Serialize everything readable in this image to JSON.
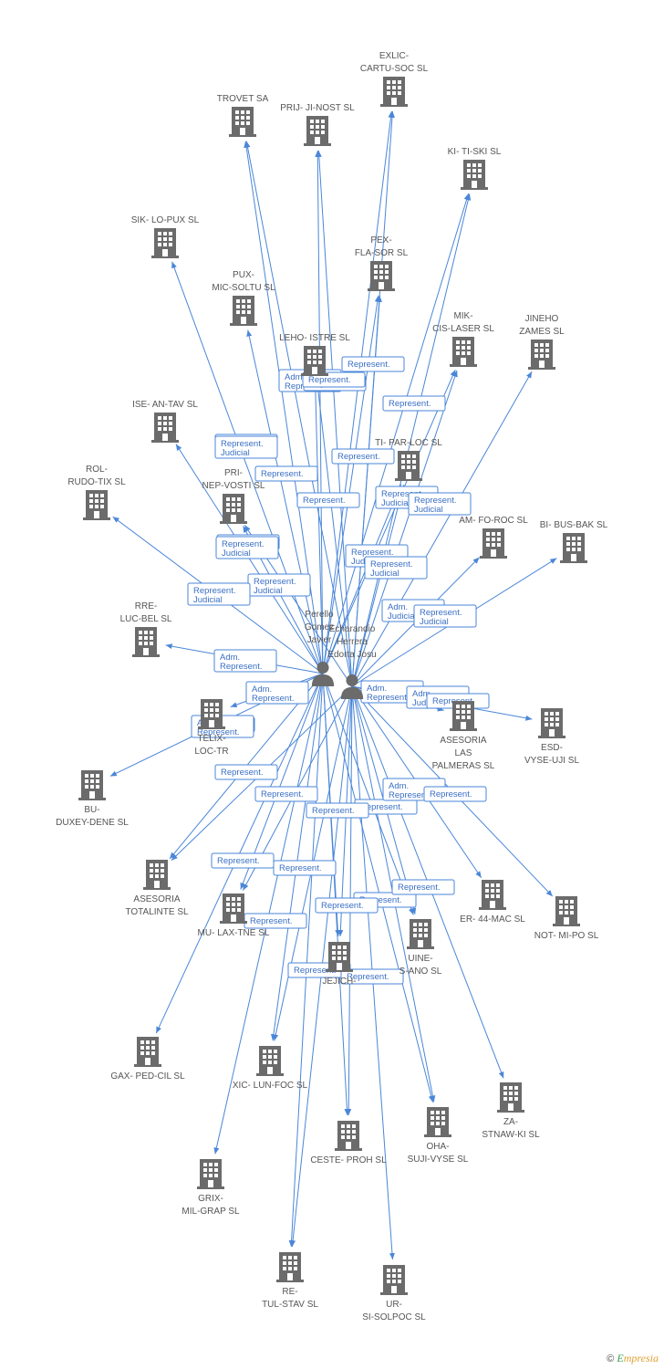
{
  "colors": {
    "edge": "#4a86d8",
    "icon": "#6b6b6b",
    "label": "#555555",
    "badge_border": "#4a86d8",
    "badge_text": "#3a6fc4"
  },
  "persons": [
    {
      "id": "p1",
      "lines": [
        "Perello",
        "Gomez",
        "Javier"
      ]
    },
    {
      "id": "p2",
      "lines": [
        "Echarandio",
        "Herrera",
        "Edorta Josu"
      ]
    }
  ],
  "companies": [
    {
      "id": "c1",
      "lines": [
        "EXLIC-",
        "CARTU-SOC SL"
      ]
    },
    {
      "id": "c2",
      "lines": [
        "TROVET SA"
      ]
    },
    {
      "id": "c3",
      "lines": [
        "PRIJ- JI-NOST SL"
      ]
    },
    {
      "id": "c4",
      "lines": [
        "KI- TI-SKI SL"
      ]
    },
    {
      "id": "c5",
      "lines": [
        "SIK- LO-PUX SL"
      ]
    },
    {
      "id": "c6",
      "lines": [
        "PEX-",
        "FLA-SOR SL"
      ]
    },
    {
      "id": "c7",
      "lines": [
        "PUX-",
        "MIC-SOLTU SL"
      ]
    },
    {
      "id": "c8",
      "lines": [
        "MIK-",
        "CIS-LASER SL"
      ]
    },
    {
      "id": "c9",
      "lines": [
        "JINEHO",
        "ZAMES SL"
      ]
    },
    {
      "id": "c10",
      "lines": [
        "LEHO- ISTRE SL"
      ]
    },
    {
      "id": "c11",
      "lines": [
        "ISE- AN-TAV SL"
      ]
    },
    {
      "id": "c12",
      "lines": [
        "TI- PAR-LOC SL"
      ]
    },
    {
      "id": "c13",
      "lines": [
        "ROL-",
        "RUDO-TIX SL"
      ]
    },
    {
      "id": "c14",
      "lines": [
        "PRI-",
        "NEP-VOSTI SL"
      ]
    },
    {
      "id": "c15",
      "lines": [
        "AM- FO-ROC SL"
      ]
    },
    {
      "id": "c16",
      "lines": [
        "BI- BUS-BAK SL"
      ]
    },
    {
      "id": "c17",
      "lines": [
        "RRE-",
        "LUC-BEL SL"
      ]
    },
    {
      "id": "c18",
      "lines": [
        "ASESORIA",
        "LAS",
        "PALMERAS SL"
      ]
    },
    {
      "id": "c19",
      "lines": [
        "ESD-",
        "VYSE-UJI SL"
      ]
    },
    {
      "id": "c20",
      "lines": [
        "TELIX-",
        "LOC-TR"
      ]
    },
    {
      "id": "c21",
      "lines": [
        "BU-",
        "DUXEY-DENE SL"
      ]
    },
    {
      "id": "c22",
      "lines": [
        "ASESORIA",
        "TOTALINTE SL"
      ]
    },
    {
      "id": "c23",
      "lines": [
        "MU- LAX-TNE SL"
      ]
    },
    {
      "id": "c24",
      "lines": [
        "ER- 44-MAC SL"
      ]
    },
    {
      "id": "c25",
      "lines": [
        "NOT- MI-PO SL"
      ]
    },
    {
      "id": "c26",
      "lines": [
        "UINE-",
        "S-ANO SL"
      ]
    },
    {
      "id": "c27",
      "lines": [
        "JEJICH-"
      ]
    },
    {
      "id": "c28",
      "lines": [
        "GAX- PED-CIL SL"
      ]
    },
    {
      "id": "c29",
      "lines": [
        "XIC- LUN-FOC SL"
      ]
    },
    {
      "id": "c30",
      "lines": [
        "ZA-",
        "STNAW-KI SL"
      ]
    },
    {
      "id": "c31",
      "lines": [
        "OHA-",
        "SUJI-VYSE SL"
      ]
    },
    {
      "id": "c32",
      "lines": [
        "CESTE- PROH SL"
      ]
    },
    {
      "id": "c33",
      "lines": [
        "GRIX-",
        "MIL-GRAP SL"
      ]
    },
    {
      "id": "c34",
      "lines": [
        "RE-",
        "TUL-STAV SL"
      ]
    },
    {
      "id": "c35",
      "lines": [
        "UR-",
        "SI-SOLPOC SL"
      ]
    }
  ],
  "edges": [
    {
      "from": "p1",
      "to": "c1"
    },
    {
      "from": "p2",
      "to": "c1"
    },
    {
      "from": "p1",
      "to": "c2"
    },
    {
      "from": "p2",
      "to": "c2"
    },
    {
      "from": "p1",
      "to": "c3"
    },
    {
      "from": "p2",
      "to": "c3"
    },
    {
      "from": "p1",
      "to": "c4"
    },
    {
      "from": "p2",
      "to": "c4"
    },
    {
      "from": "p1",
      "to": "c5"
    },
    {
      "from": "p1",
      "to": "c6"
    },
    {
      "from": "p2",
      "to": "c6"
    },
    {
      "from": "p1",
      "to": "c7"
    },
    {
      "from": "p1",
      "to": "c8"
    },
    {
      "from": "p2",
      "to": "c8"
    },
    {
      "from": "p2",
      "to": "c9"
    },
    {
      "from": "p1",
      "to": "c10"
    },
    {
      "from": "p2",
      "to": "c10"
    },
    {
      "from": "p1",
      "to": "c11"
    },
    {
      "from": "p1",
      "to": "c12"
    },
    {
      "from": "p2",
      "to": "c12"
    },
    {
      "from": "p1",
      "to": "c13"
    },
    {
      "from": "p1",
      "to": "c14"
    },
    {
      "from": "p2",
      "to": "c14"
    },
    {
      "from": "p2",
      "to": "c15"
    },
    {
      "from": "p2",
      "to": "c16"
    },
    {
      "from": "p1",
      "to": "c17"
    },
    {
      "from": "p2",
      "to": "c18"
    },
    {
      "from": "p2",
      "to": "c19"
    },
    {
      "from": "p1",
      "to": "c20"
    },
    {
      "from": "p1",
      "to": "c21"
    },
    {
      "from": "p1",
      "to": "c22"
    },
    {
      "from": "p2",
      "to": "c22"
    },
    {
      "from": "p1",
      "to": "c23"
    },
    {
      "from": "p2",
      "to": "c23"
    },
    {
      "from": "p2",
      "to": "c24"
    },
    {
      "from": "p2",
      "to": "c25"
    },
    {
      "from": "p1",
      "to": "c26"
    },
    {
      "from": "p2",
      "to": "c26"
    },
    {
      "from": "p1",
      "to": "c27"
    },
    {
      "from": "p2",
      "to": "c27"
    },
    {
      "from": "p1",
      "to": "c28"
    },
    {
      "from": "p1",
      "to": "c29"
    },
    {
      "from": "p2",
      "to": "c29"
    },
    {
      "from": "p2",
      "to": "c30"
    },
    {
      "from": "p1",
      "to": "c31"
    },
    {
      "from": "p2",
      "to": "c31"
    },
    {
      "from": "p1",
      "to": "c32"
    },
    {
      "from": "p2",
      "to": "c32"
    },
    {
      "from": "p1",
      "to": "c33"
    },
    {
      "from": "p1",
      "to": "c34"
    },
    {
      "from": "p2",
      "to": "c34"
    },
    {
      "from": "p2",
      "to": "c35"
    }
  ],
  "badges": [
    {
      "id": "b1",
      "lines": [
        "Adm.",
        "Represent."
      ]
    },
    {
      "id": "b2",
      "lines": [
        "Represent."
      ]
    },
    {
      "id": "b3",
      "lines": [
        "Represent."
      ]
    },
    {
      "id": "b4",
      "lines": [
        "Represent."
      ]
    },
    {
      "id": "b5",
      "lines": [
        "Adm.",
        "Represent."
      ]
    },
    {
      "id": "b6",
      "lines": [
        "Represent.",
        "Judicial"
      ]
    },
    {
      "id": "b7",
      "lines": [
        "Represent."
      ]
    },
    {
      "id": "b8",
      "lines": [
        "Represent."
      ]
    },
    {
      "id": "b9",
      "lines": [
        "Represent."
      ]
    },
    {
      "id": "b10",
      "lines": [
        "Represent.",
        "Judicial"
      ]
    },
    {
      "id": "b11",
      "lines": [
        "Represent.",
        "Judicial"
      ]
    },
    {
      "id": "b12",
      "lines": [
        "Represent."
      ]
    },
    {
      "id": "b13",
      "lines": [
        "Represent.",
        "Judicial"
      ]
    },
    {
      "id": "b14",
      "lines": [
        "Represent.",
        "Judicial"
      ]
    },
    {
      "id": "b15",
      "lines": [
        "Represent.",
        "Judicial"
      ]
    },
    {
      "id": "b16",
      "lines": [
        "Represent.",
        "Judicial"
      ]
    },
    {
      "id": "b17",
      "lines": [
        "Adm.",
        "Judicial"
      ]
    },
    {
      "id": "b18",
      "lines": [
        "Represent.",
        "Judicial"
      ]
    },
    {
      "id": "b19",
      "lines": [
        "Represent.",
        "Judicial"
      ]
    },
    {
      "id": "b20",
      "lines": [
        "Adm.",
        "Represent."
      ]
    },
    {
      "id": "b21",
      "lines": [
        "Adm.",
        "Represent."
      ]
    },
    {
      "id": "b22",
      "lines": [
        "Adm.",
        "Represent."
      ]
    },
    {
      "id": "b23",
      "lines": [
        "Adm.",
        "Judicial"
      ]
    },
    {
      "id": "b24",
      "lines": [
        "Represent."
      ]
    },
    {
      "id": "b25",
      "lines": [
        "Adm.",
        "Represent."
      ]
    },
    {
      "id": "b26",
      "lines": [
        "Represent."
      ]
    },
    {
      "id": "b27",
      "lines": [
        "Represent."
      ]
    },
    {
      "id": "b28",
      "lines": [
        "Represent."
      ]
    },
    {
      "id": "b29",
      "lines": [
        "Adm.",
        "Represent."
      ]
    },
    {
      "id": "b30",
      "lines": [
        "Represent."
      ]
    },
    {
      "id": "b31",
      "lines": [
        "Represent."
      ]
    },
    {
      "id": "b32",
      "lines": [
        "Represent."
      ]
    },
    {
      "id": "b33",
      "lines": [
        "Represent."
      ]
    },
    {
      "id": "b34",
      "lines": [
        "Represent."
      ]
    },
    {
      "id": "b35",
      "lines": [
        "Represent."
      ]
    },
    {
      "id": "b36",
      "lines": [
        "Represent."
      ]
    },
    {
      "id": "b37",
      "lines": [
        "Represent."
      ]
    },
    {
      "id": "b38",
      "lines": [
        "Represent."
      ]
    },
    {
      "id": "b39",
      "lines": [
        "Represent."
      ]
    },
    {
      "id": "b40",
      "lines": [
        "Represent."
      ]
    },
    {
      "id": "b41",
      "lines": [
        "Represent."
      ]
    }
  ],
  "footer": {
    "copyright": "©",
    "brand_first": "E",
    "brand_rest": "mpresia"
  }
}
